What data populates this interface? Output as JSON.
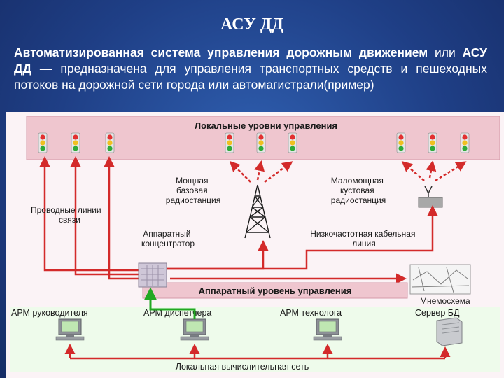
{
  "slide": {
    "title": "АСУ ДД",
    "intro": {
      "term": "Автоматизированная система управления дорожным движением",
      "or": " или ",
      "abbr": "АСУ ДД",
      "rest": " — предназначена для управления транспортных средств и пешеходных потоков на дорожной сети города или автомагистрали(пример)"
    }
  },
  "diagram": {
    "local_level": "Локальные уровни управления",
    "wired_lines": [
      "Проводные линии",
      "связи"
    ],
    "powerful_radio": [
      "Мощная",
      "базовая",
      "радиостанция"
    ],
    "low_power_radio": [
      "Маломощная",
      "кустовая",
      "радиостанция"
    ],
    "concentrator": [
      "Аппаратный",
      "концентратор"
    ],
    "low_freq_cable": [
      "Низкочастотная кабельная",
      "линия"
    ],
    "hardware_level": "Аппаратный уровень управления",
    "mnemo": "Мнемосхема",
    "workstations": [
      "АРМ руководителя",
      "АРМ диспетчера",
      "АРМ технолога",
      "Сервер БД"
    ],
    "lan": "Локальная вычислительная сеть"
  },
  "colors": {
    "arrow": "#d32a2a",
    "green_link": "#22a822",
    "band": "#efc6cf"
  }
}
